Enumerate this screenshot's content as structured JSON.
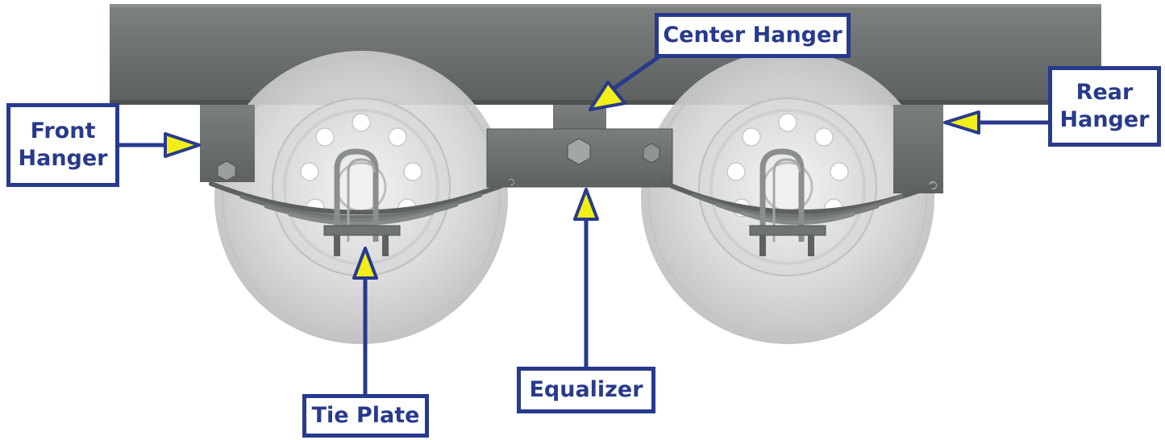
{
  "labels": {
    "center_hanger": "Center Hanger",
    "rear_hanger_line1": "Rear",
    "rear_hanger_line2": "Hanger",
    "front_hanger_line1": "Front",
    "front_hanger_line2": "Hanger",
    "equalizer": "Equalizer",
    "tie_plate": "Tie Plate"
  },
  "colors": {
    "label_border": "#283a8c",
    "label_text": "#283a8c",
    "pointer_line": "#283a8c",
    "pointer_arrowhead": "#f2ee1a",
    "frame": "#6b6f6d",
    "tire": "#cdcdcd",
    "wheel": "#e6e6e6"
  },
  "icons": {
    "pointer": "arrow-right-icon",
    "bolt": "hex-bolt-icon"
  }
}
